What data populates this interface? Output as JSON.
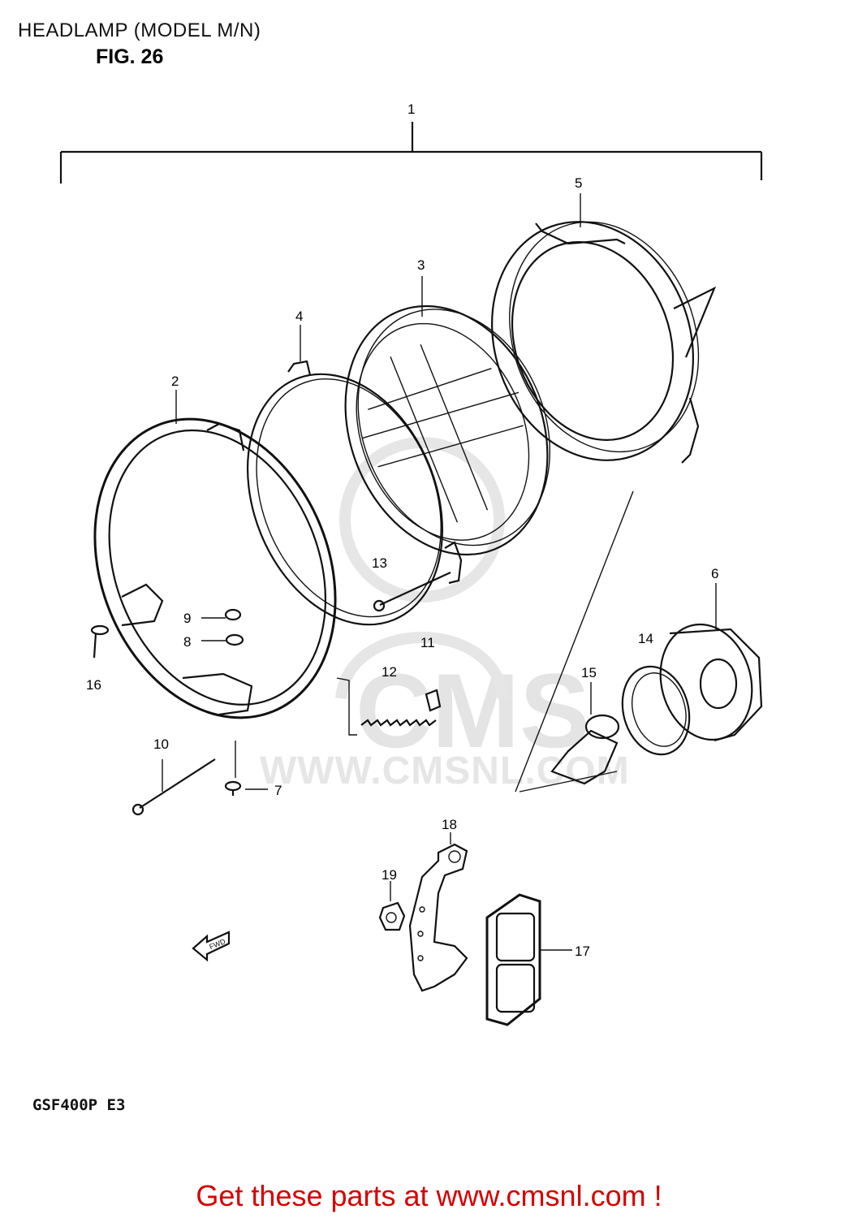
{
  "header": {
    "title": "HEADLAMP (MODEL M/N)",
    "figure": "FIG. 26"
  },
  "model_code": "GSF400P  E3",
  "watermark": {
    "brand": "CMS",
    "url": "WWW.CMSNL.COM"
  },
  "footer": {
    "link_text": "Get these parts at www.cmsnl.com !"
  },
  "fwd_label": "FWD",
  "callouts": [
    "1",
    "2",
    "3",
    "4",
    "5",
    "6",
    "7",
    "8",
    "9",
    "10",
    "11",
    "12",
    "13",
    "14",
    "15",
    "16",
    "17",
    "18",
    "19"
  ],
  "colors": {
    "footer_link": "#d60000",
    "line_art": "#111111",
    "watermark": "#e4e4e4"
  }
}
